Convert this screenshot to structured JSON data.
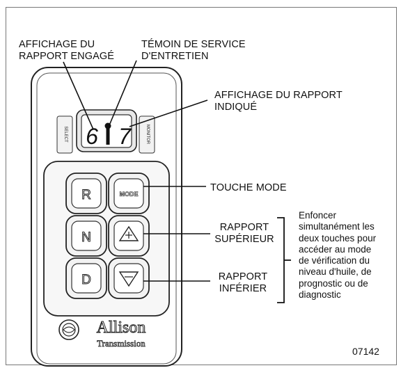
{
  "labels": {
    "gear_engaged": "AFFICHAGE DU\nRAPPORT ENGAGÉ",
    "service_light": "TÉMOIN DE SERVICE\nD'ENTRETIEN",
    "gear_indicated": "AFFICHAGE DU RAPPORT\nINDIQUÉ",
    "mode_key": "TOUCHE MODE",
    "upshift": "RAPPORT\nSUPÉRIEUR",
    "downshift": "RAPPORT\nINFÉRIER"
  },
  "note": "Enfoncer\nsimultanément les\ndeux touches pour\naccéder au mode\nde vérification du\nniveau d'huile, de\nprognostic ou de\ndiagnostic",
  "display": {
    "select_vertical": "SELECT",
    "monitor_vertical": "MONITOR",
    "digit_left": "6",
    "digit_right": "7"
  },
  "keys": {
    "r": "R",
    "mode": "MODE",
    "n": "N",
    "d": "D"
  },
  "brand": {
    "name": "Allison",
    "sub": "Transmission"
  },
  "figure_code": "07142"
}
